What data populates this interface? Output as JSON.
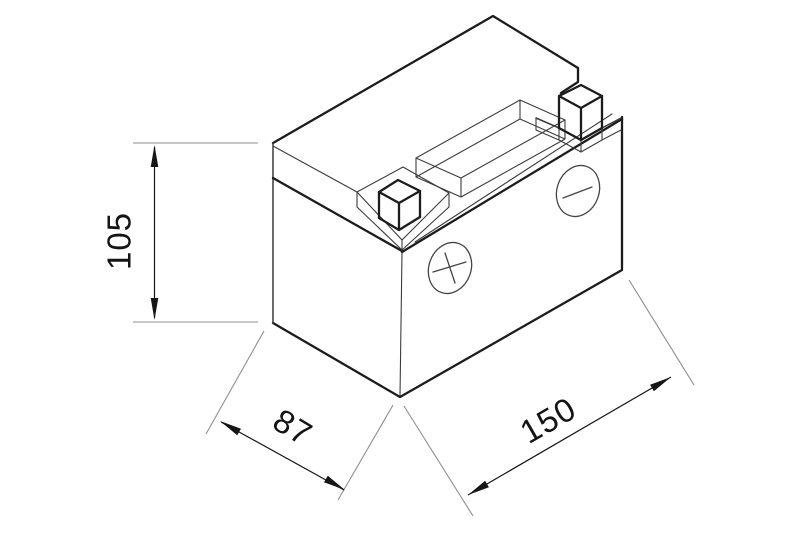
{
  "drawing": {
    "kind": "isometric-battery-technical-drawing"
  },
  "dimensions": {
    "height": "105",
    "width": "87",
    "length": "150"
  },
  "terminals": {
    "positive_icon": "plus-terminal-icon",
    "negative_icon": "minus-terminal-icon"
  },
  "line_colors": {
    "outline": "#1c1c1c",
    "detail": "#3c3c3c",
    "extension": "#8f8f8f",
    "dimension": "#161616",
    "background": "#ffffff"
  }
}
